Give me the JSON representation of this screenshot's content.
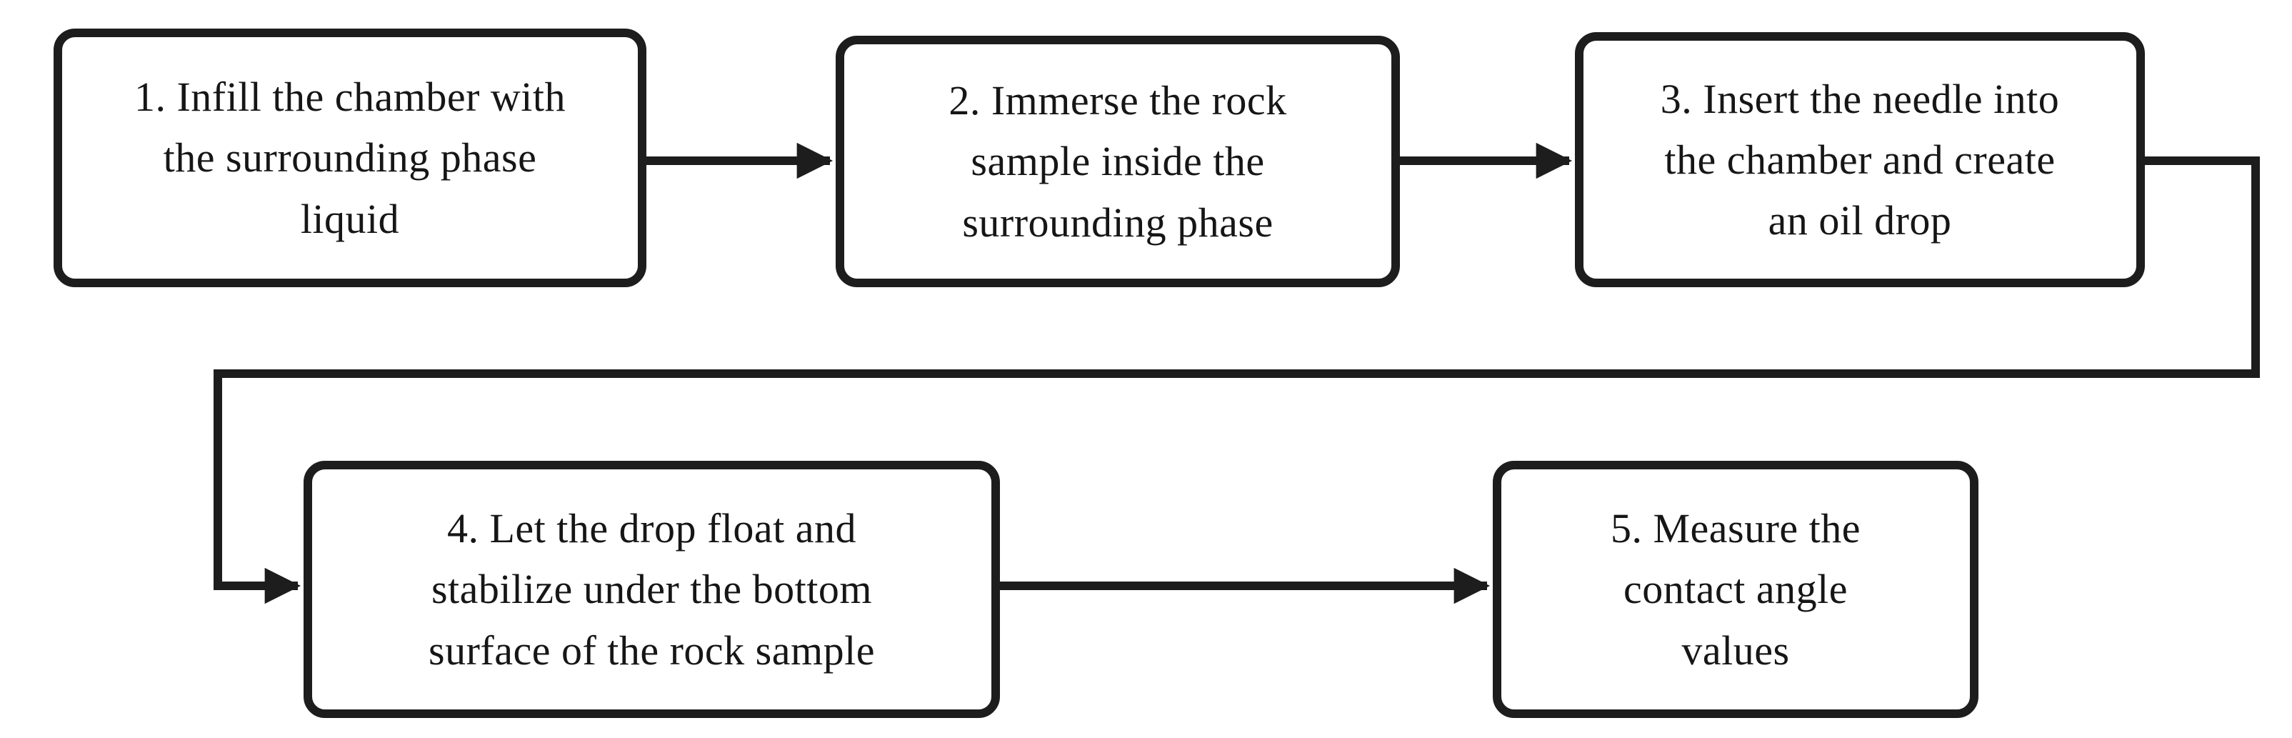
{
  "diagram": {
    "type": "flowchart",
    "background_color": "#ffffff",
    "stroke_color": "#1d1d1d",
    "text_color": "#161616",
    "nodes": [
      {
        "id": "step-1",
        "label": "1. Infill the chamber with\nthe surrounding phase\nliquid"
      },
      {
        "id": "step-2",
        "label": "2. Immerse the rock\nsample inside the\nsurrounding phase"
      },
      {
        "id": "step-3",
        "label": "3. Insert the needle into\nthe chamber and create\nan oil drop"
      },
      {
        "id": "step-4",
        "label": "4. Let the drop float and\nstabilize under the bottom\nsurface of the rock sample"
      },
      {
        "id": "step-5",
        "label": "5. Measure the\ncontact angle\nvalues"
      }
    ],
    "edges": [
      {
        "from": "step-1",
        "to": "step-2",
        "style": "straight-arrow"
      },
      {
        "from": "step-2",
        "to": "step-3",
        "style": "straight-arrow"
      },
      {
        "from": "step-3",
        "to": "step-4",
        "style": "routed-arrow"
      },
      {
        "from": "step-4",
        "to": "step-5",
        "style": "straight-arrow"
      }
    ]
  }
}
